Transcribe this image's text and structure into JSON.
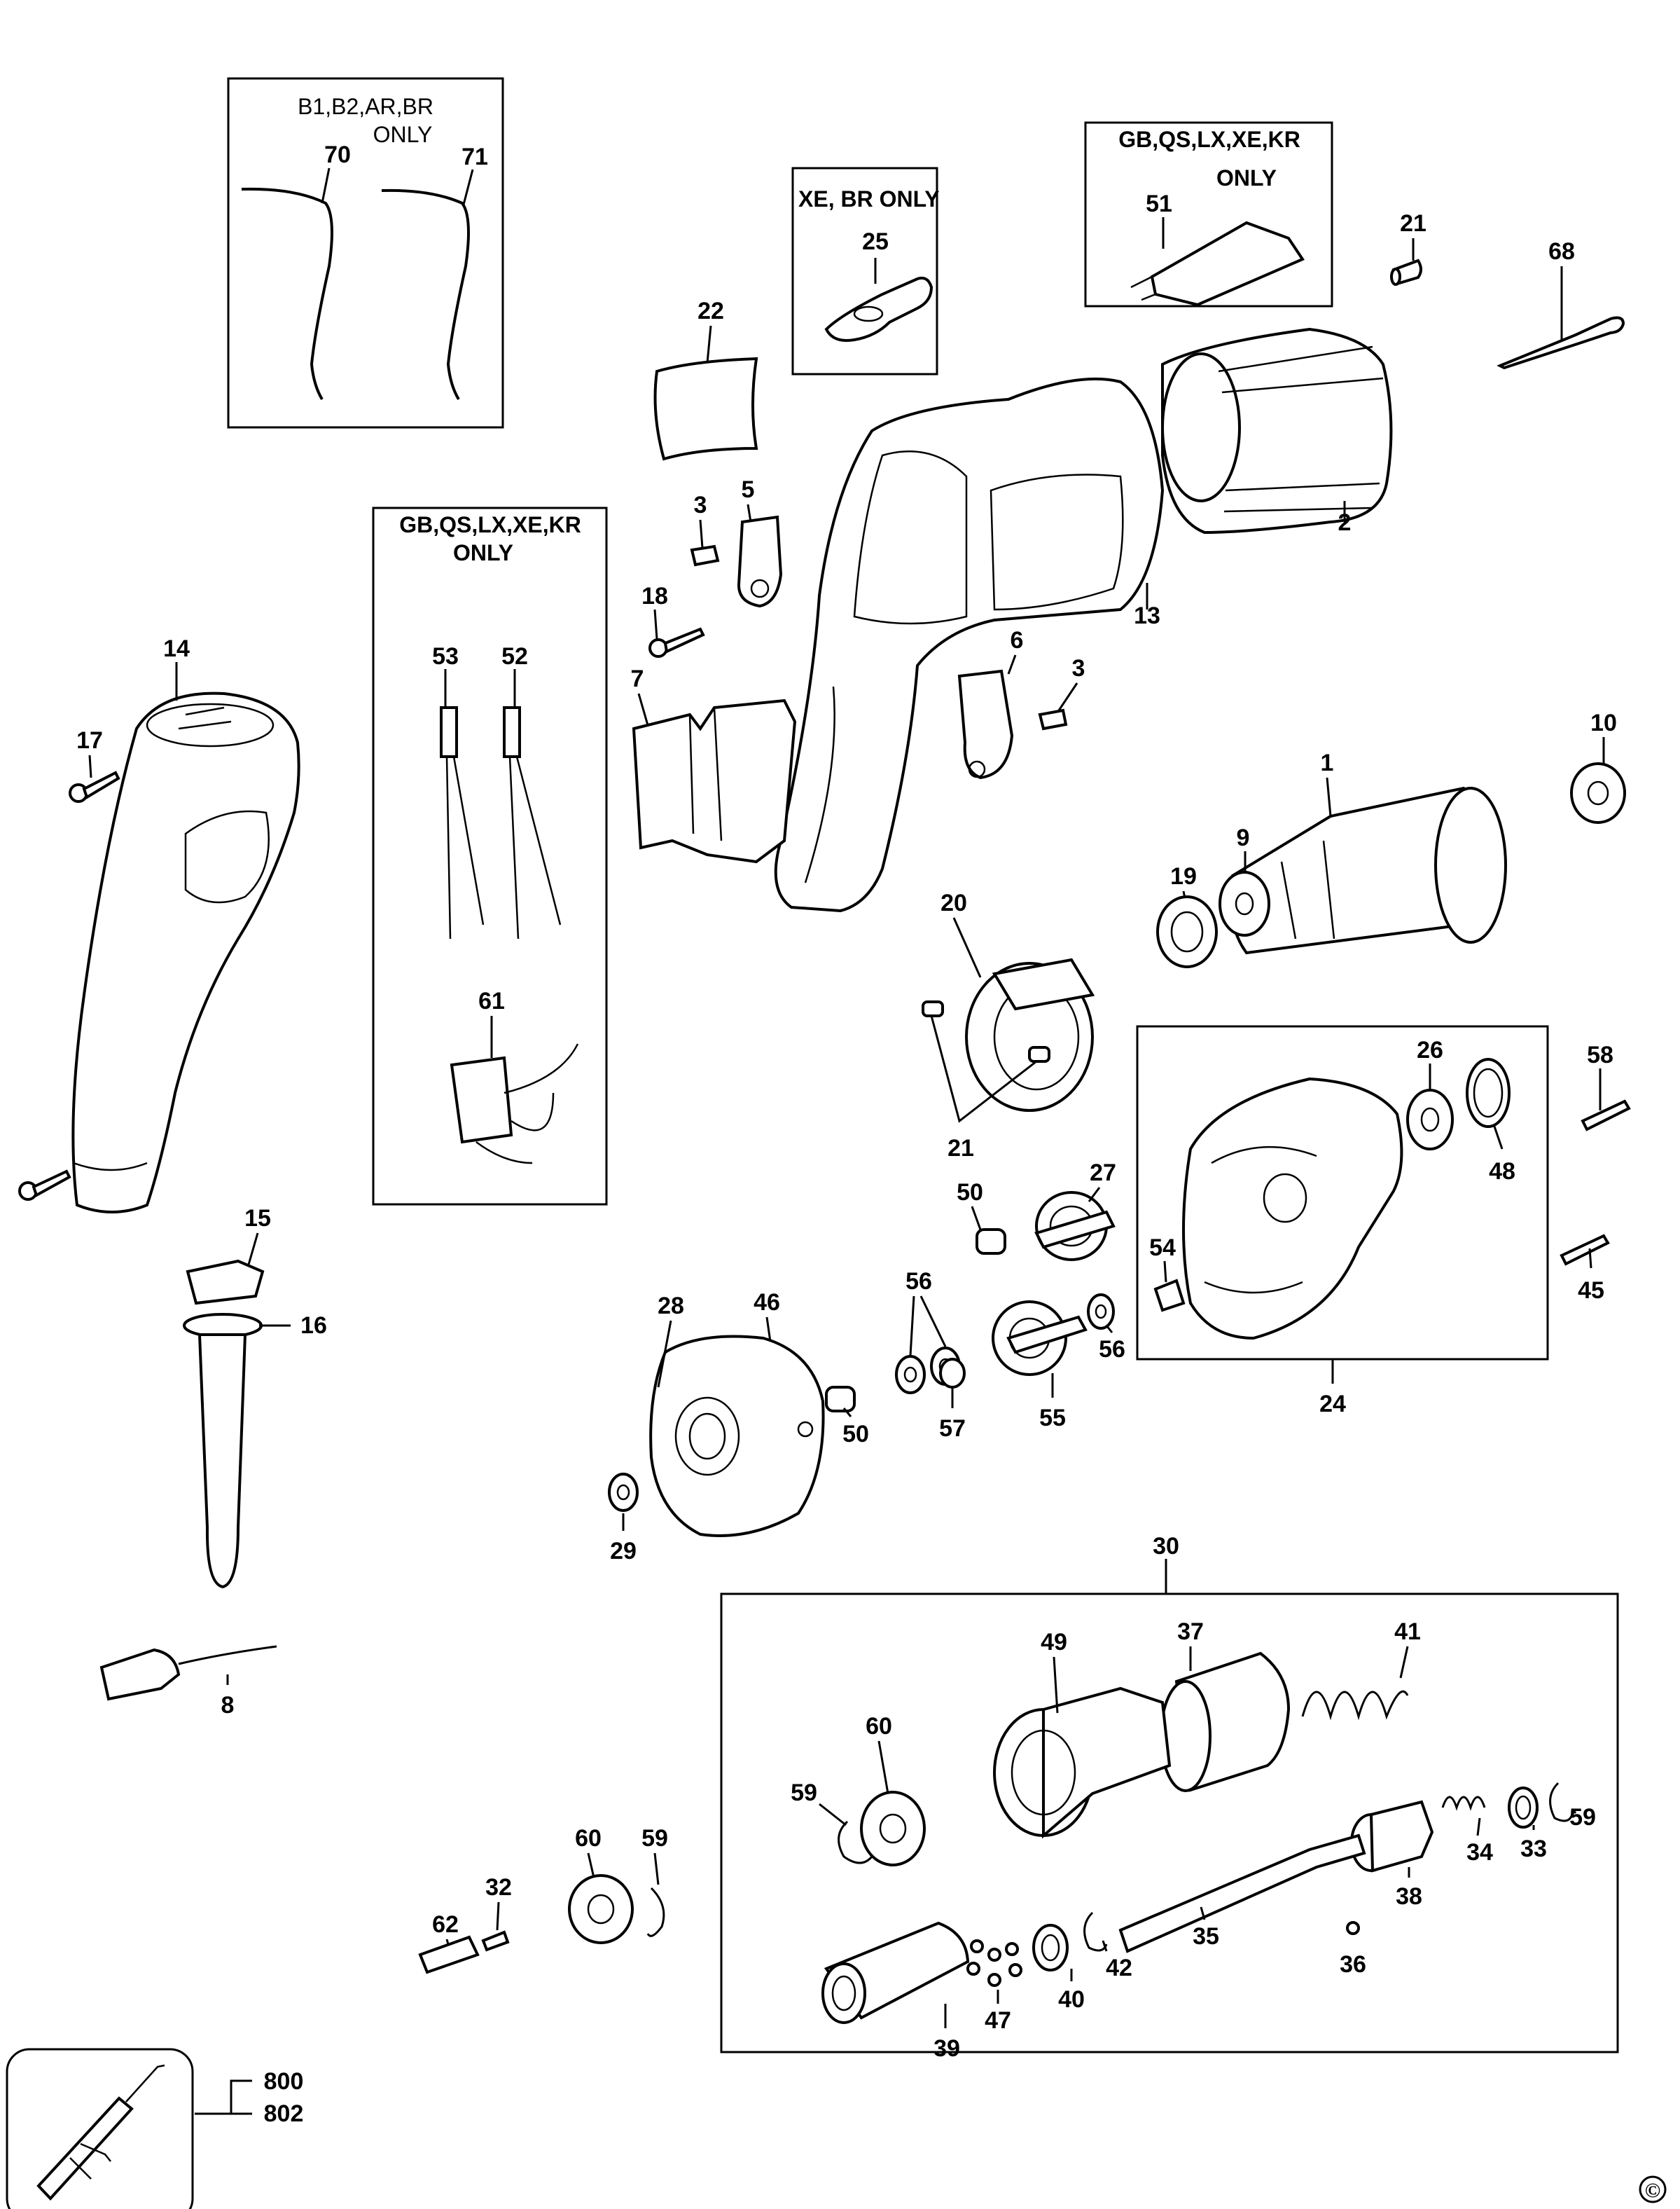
{
  "diagram": {
    "title": "Power tool exploded parts diagram",
    "copyright_symbol": "©",
    "groups": [
      {
        "id": "g1",
        "caption_line1": "B1,B2,AR,BR",
        "caption_line2": "ONLY",
        "parts": [
          "70",
          "71"
        ]
      },
      {
        "id": "g2",
        "caption_line1": "XE, BR ONLY",
        "caption_line2": "",
        "parts": [
          "25"
        ]
      },
      {
        "id": "g3",
        "caption_line1": "GB,QS,LX,XE,KR",
        "caption_line2": "ONLY",
        "parts": [
          "51"
        ]
      },
      {
        "id": "g4",
        "caption_line1": "GB,QS,LX,XE,KR",
        "caption_line2": "ONLY",
        "parts": [
          "53",
          "52",
          "61"
        ]
      },
      {
        "id": "g5",
        "caption_line1": "",
        "caption_line2": "",
        "label": "24",
        "parts": [
          "26",
          "48",
          "54"
        ]
      },
      {
        "id": "g6",
        "caption_line1": "",
        "caption_line2": "",
        "label": "30",
        "parts": [
          "37",
          "41",
          "49",
          "60",
          "59",
          "38",
          "34",
          "33",
          "35",
          "36",
          "42",
          "40",
          "47",
          "39"
        ]
      }
    ],
    "accessory": {
      "labels": [
        "800",
        "802"
      ],
      "icon": "caulking-gun-icon"
    },
    "labels": {
      "p70": "70",
      "p71": "71",
      "p25": "25",
      "p51": "51",
      "p21a": "21",
      "p68": "68",
      "p22": "22",
      "p2": "2",
      "p13": "13",
      "p3a": "3",
      "p5": "5",
      "p18": "18",
      "p53": "53",
      "p52": "52",
      "p61": "61",
      "p14": "14",
      "p17": "17",
      "p7": "7",
      "p6": "6",
      "p3b": "3",
      "p10": "10",
      "p1": "1",
      "p9": "9",
      "p19": "19",
      "p20": "20",
      "p21b": "21",
      "p58": "58",
      "p26": "26",
      "p48": "48",
      "p27": "27",
      "p50a": "50",
      "p54": "54",
      "p45": "45",
      "p24": "24",
      "p15": "15",
      "p16": "16",
      "p28": "28",
      "p46": "46",
      "p56a": "56",
      "p56b": "56",
      "p57": "57",
      "p55": "55",
      "p50b": "50",
      "p29": "29",
      "p30": "30",
      "p8": "8",
      "p37": "37",
      "p41": "41",
      "p49": "49",
      "p60a": "60",
      "p59a": "59",
      "p59b": "59",
      "p38": "38",
      "p34": "34",
      "p33": "33",
      "p60b": "60",
      "p59c": "59",
      "p62": "62",
      "p32": "32",
      "p35": "35",
      "p36": "36",
      "p42": "42",
      "p40": "40",
      "p47": "47",
      "p39": "39",
      "p800": "800",
      "p802": "802"
    }
  }
}
